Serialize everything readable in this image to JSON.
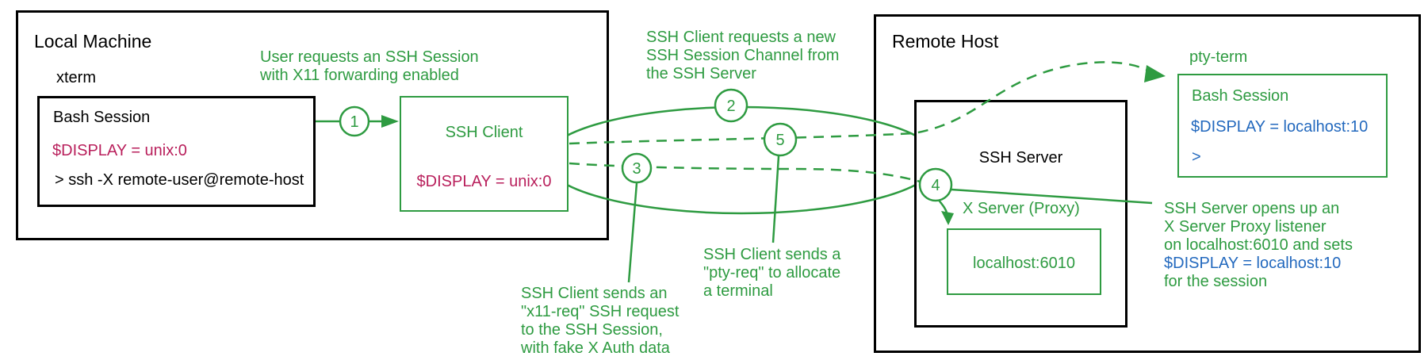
{
  "colors": {
    "green": "#2e9b41",
    "crimson": "#b9205c",
    "blue": "#2369be",
    "box_border_black": "#000000",
    "background": "#ffffff"
  },
  "local_machine": {
    "title": "Local Machine",
    "xterm_label": "xterm",
    "bash_box": {
      "title": "Bash Session",
      "display_var": "$DISPLAY = unix:0",
      "command": "> ssh -X remote-user@remote-host"
    },
    "ssh_client_box": {
      "title": "SSH Client",
      "display_var": "$DISPLAY = unix:0"
    }
  },
  "remote_host": {
    "title": "Remote Host",
    "ssh_server_box": {
      "title": "SSH Server"
    },
    "x_server_proxy": {
      "label": "X Server (Proxy)",
      "address": "localhost:6010"
    },
    "pty_term_box": {
      "label": "pty-term",
      "title": "Bash Session",
      "display_var": "$DISPLAY = localhost:10",
      "prompt": ">"
    }
  },
  "step_numbers": {
    "step1": "1",
    "step2": "2",
    "step3": "3",
    "step4": "4",
    "step5": "5"
  },
  "annotations": {
    "step1_lines": [
      "User requests an SSH Session",
      "with X11 forwarding enabled"
    ],
    "step2_lines": [
      "SSH Client requests a new",
      "SSH Session Channel from",
      "the SSH Server"
    ],
    "step3_lines": [
      "SSH Client sends an",
      "\"x11-req\" SSH request",
      "to the SSH Session,",
      "with fake X Auth data"
    ],
    "step5_lines": [
      "SSH Client sends a",
      "\"pty-req\" to allocate",
      "a terminal"
    ],
    "step4_lines": [
      "SSH Server opens up an",
      "X Server Proxy listener",
      "on localhost:6010 and sets",
      "$DISPLAY = localhost:10",
      "for the session"
    ]
  }
}
